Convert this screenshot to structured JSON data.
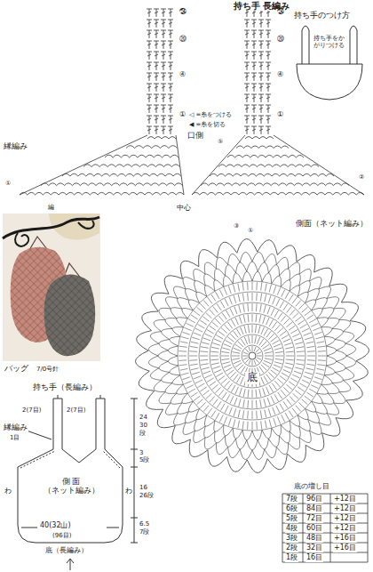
{
  "diagram": {
    "nodes": [
      {
        "text": [
          "底"
        ]
      },
      {
        "text": [
          "側 面",
          "（ネット編み）"
        ]
      }
    ],
    "labels": [
      "持ち手 長編み",
      "持ち手のつけ方",
      "持ち手をかがりつける",
      "㉔",
      "⑳",
      "④",
      "①",
      "㉔",
      "⑳",
      "④",
      "①",
      "◁ =糸をつける",
      "◀ =糸を切る",
      "口側",
      "縁編み",
      "⑤",
      "①",
      "②",
      "編",
      "中心",
      "側面（ネット編み）",
      "③",
      "①",
      "バッグ",
      "7/0号針",
      "持ち手（長編み）",
      "縁編み",
      "1目",
      "2(7目)",
      "2(7目)",
      "24",
      "30",
      "段",
      "3",
      "5段",
      "16",
      "26段",
      "40(32山)",
      "(96目)",
      "6.5",
      "7段",
      "わ",
      "わ",
      "底（長編み）",
      "底の増し目",
      "7段",
      "96目",
      "+12目",
      "6段",
      "84目",
      "+12目",
      "5段",
      "72目",
      "+12目",
      "4段",
      "60目",
      "+12目",
      "3段",
      "48目",
      "+16目",
      "2段",
      "32目",
      "+16目",
      "1段",
      "16目"
    ]
  }
}
